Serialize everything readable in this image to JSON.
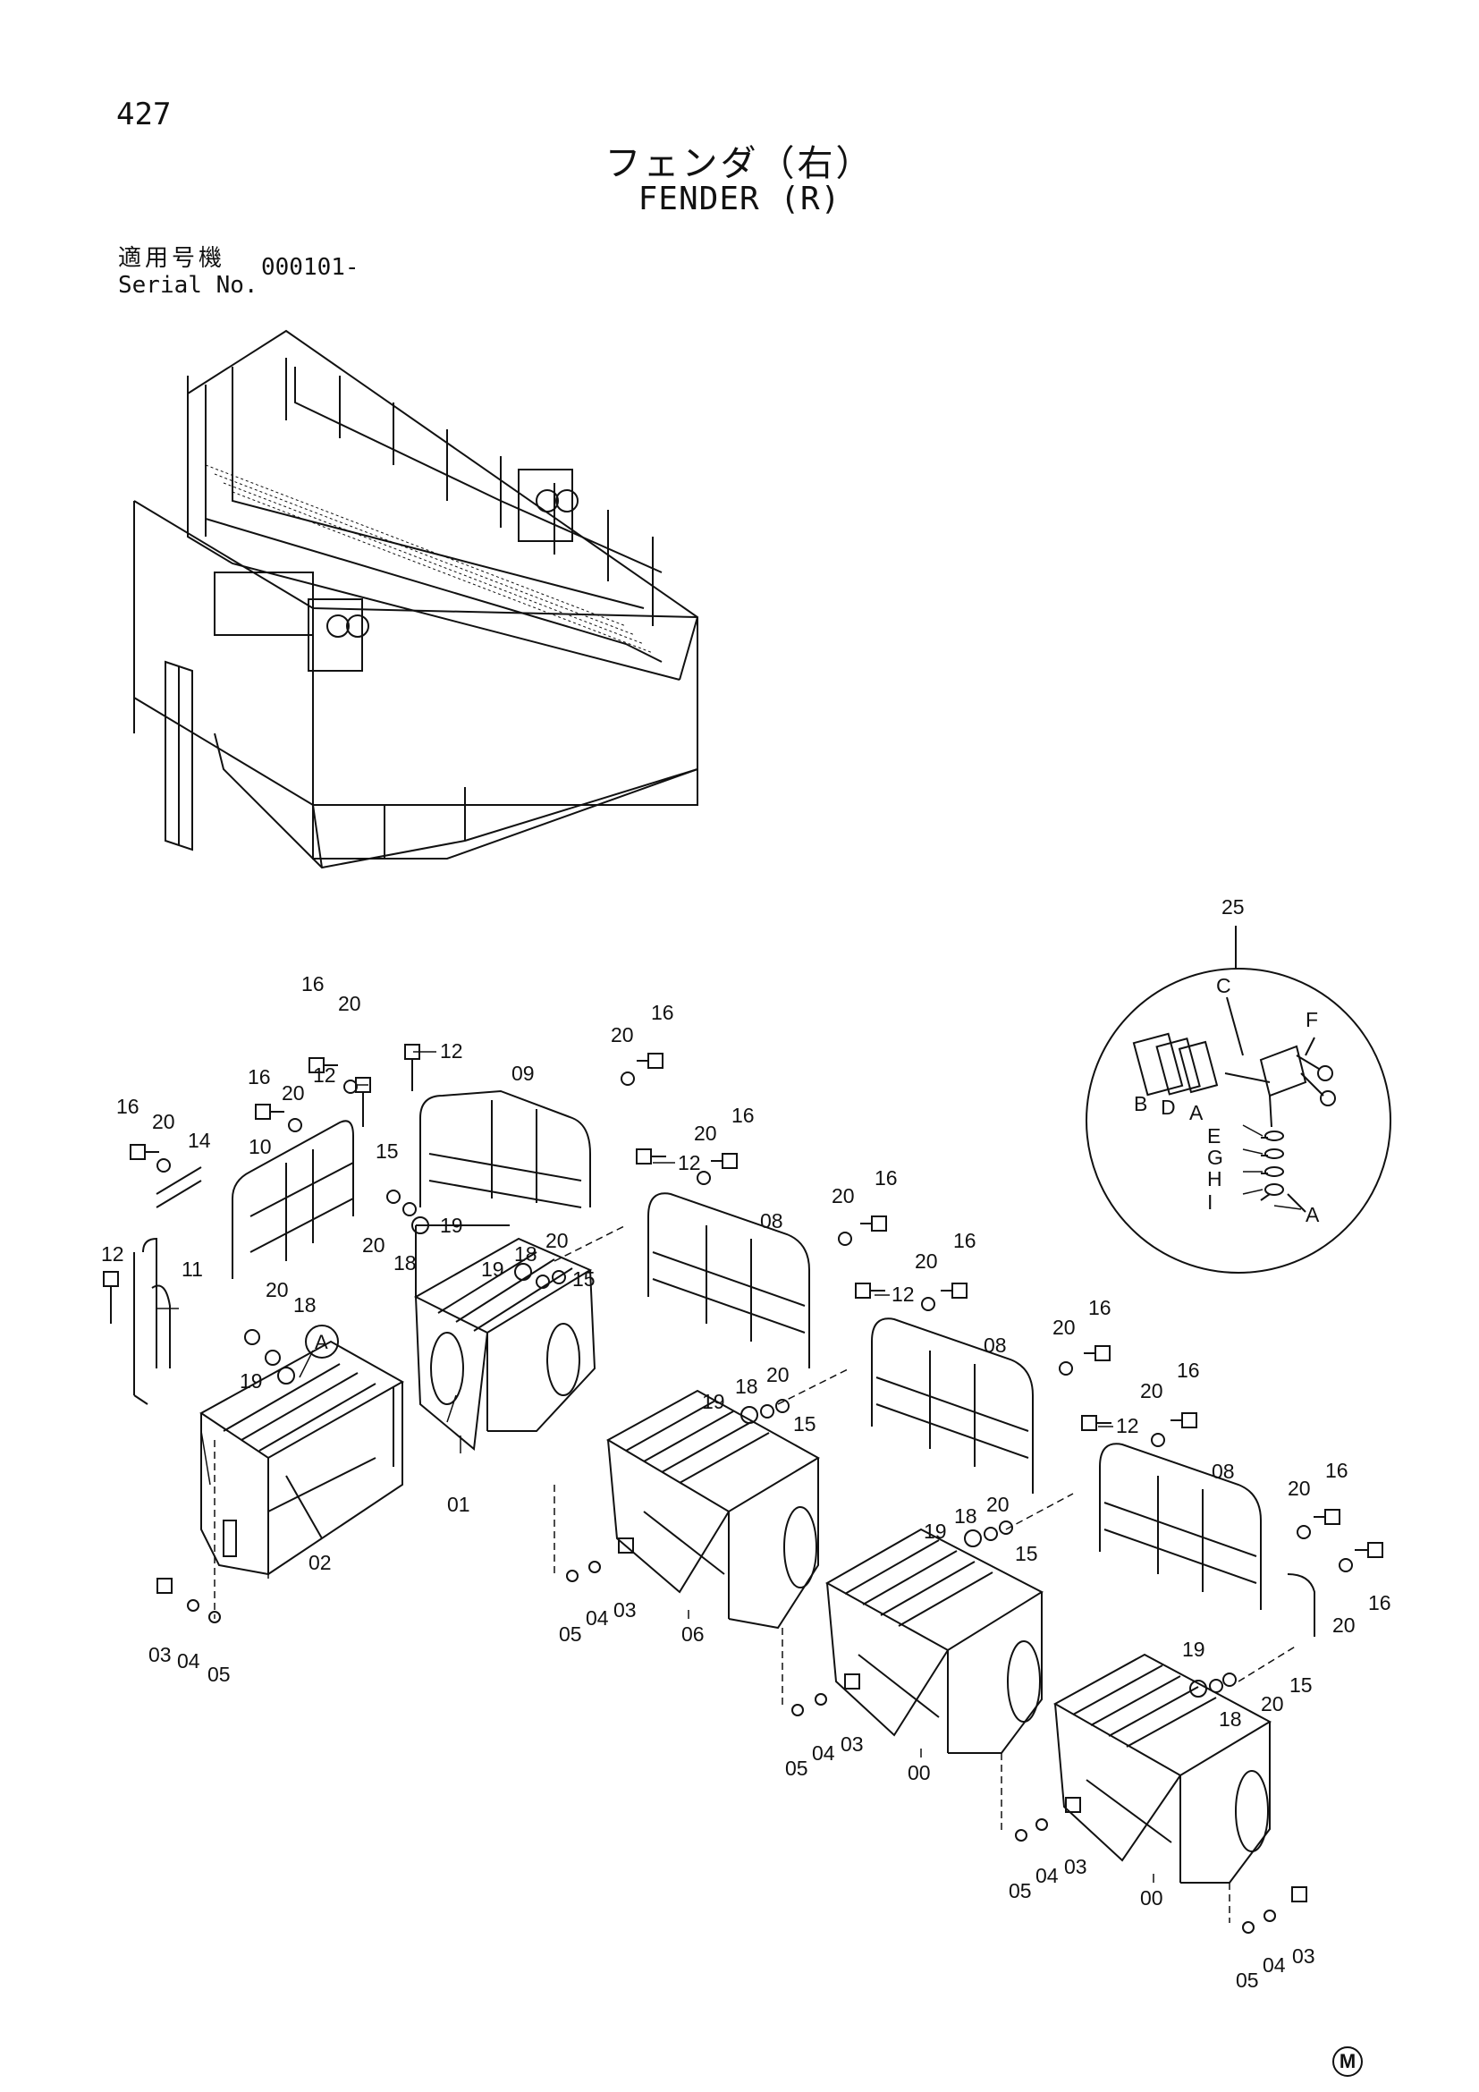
{
  "page": {
    "number": "427",
    "title_jp": "フェンダ（右）",
    "title_en": "FENDER (R)",
    "serial_label_jp": "適用号機",
    "serial_label_en": "Serial No.",
    "serial_value": "000101-",
    "mark": "M"
  },
  "callouts": {
    "c25": "25",
    "cC": "C",
    "cF": "F",
    "cB": "B",
    "cD": "D",
    "cA1": "A",
    "cE": "E",
    "cG": "G",
    "cH": "H",
    "cI": "I",
    "cA2": "A",
    "cA3": "A",
    "l01": "01",
    "l02": "02",
    "l06": "06",
    "l00a": "00",
    "l00b": "00",
    "l09": "09",
    "l10": "10",
    "l11": "11",
    "l14": "14",
    "l08a": "08",
    "l08b": "08",
    "l08c": "08",
    "l12a": "12",
    "l12b": "12",
    "l12c": "12",
    "l12d": "12",
    "l12e": "12",
    "l12f": "12",
    "l16a": "16",
    "l16b": "16",
    "l16c": "16",
    "l16d": "16",
    "l16e": "16",
    "l16f": "16",
    "l16g": "16",
    "l16h": "16",
    "l16i": "16",
    "l16j": "16",
    "l20a": "20",
    "l20b": "20",
    "l20c": "20",
    "l20d": "20",
    "l20e": "20",
    "l20f": "20",
    "l20g": "20",
    "l20h": "20",
    "l20i": "20",
    "l20j": "20",
    "l20k": "20",
    "l20l": "20",
    "l20m": "20",
    "l20n": "20",
    "l20o": "20",
    "l15a": "15",
    "l15b": "15",
    "l15c": "15",
    "l15d": "15",
    "l15e": "15",
    "l18a": "18",
    "l18b": "18",
    "l18c": "18",
    "l18d": "18",
    "l18e": "18",
    "l18f": "18",
    "l19a": "19",
    "l19b": "19",
    "l19c": "19",
    "l19d": "19",
    "l19e": "19",
    "l19f": "19",
    "l03a": "03",
    "l03b": "03",
    "l03c": "03",
    "l03d": "03",
    "l03e": "03",
    "l04a": "04",
    "l04b": "04",
    "l04c": "04",
    "l04d": "04",
    "l04e": "04",
    "l05a": "05",
    "l05b": "05",
    "l05c": "05",
    "l05d": "05",
    "l05e": "05"
  }
}
